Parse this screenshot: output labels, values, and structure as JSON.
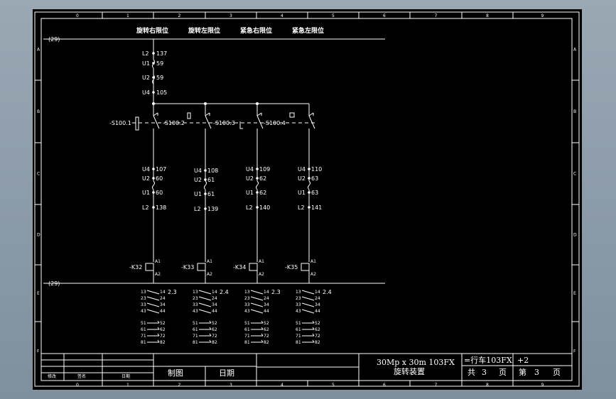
{
  "border_columns": [
    "0",
    "1",
    "2",
    "3",
    "4",
    "5",
    "6",
    "7",
    "8",
    "9"
  ],
  "border_rows": [
    "A",
    "B",
    "C",
    "D",
    "E",
    "F"
  ],
  "header_labels": [
    "旋转右限位",
    "旋转左限位",
    "紧急右限位",
    "紧急左限位"
  ],
  "ref_top": "(29)",
  "ref_bottom": "(29)",
  "common_wires": [
    {
      "term": "L2",
      "num": "137"
    },
    {
      "term": "U1",
      "num": "59"
    },
    {
      "term": "U2",
      "num": "59"
    },
    {
      "term": "U4",
      "num": "105"
    }
  ],
  "switches": [
    "-S100.1",
    "-S100.2",
    "-S100.3",
    "-S100.4"
  ],
  "branches": [
    {
      "wires": [
        {
          "term": "U4",
          "num": "107"
        },
        {
          "term": "U2",
          "num": "60"
        },
        {
          "term": "U1",
          "num": "60"
        },
        {
          "term": "L2",
          "num": "138"
        }
      ],
      "coil": "-K32",
      "a1": "A1",
      "a2": "A2",
      "ref": "2.3"
    },
    {
      "wires": [
        {
          "term": "U4",
          "num": "108"
        },
        {
          "term": "U2",
          "num": "61"
        },
        {
          "term": "U1",
          "num": "61"
        },
        {
          "term": "L2",
          "num": "139"
        }
      ],
      "coil": "-K33",
      "a1": "A1",
      "a2": "A2",
      "ref": "2.4"
    },
    {
      "wires": [
        {
          "term": "U4",
          "num": "109"
        },
        {
          "term": "U2",
          "num": "62"
        },
        {
          "term": "U1",
          "num": "62"
        },
        {
          "term": "L2",
          "num": "140"
        }
      ],
      "coil": "-K34",
      "a1": "A1",
      "a2": "A2",
      "ref": "2.3"
    },
    {
      "wires": [
        {
          "term": "U4",
          "num": "110"
        },
        {
          "term": "U2",
          "num": "63"
        },
        {
          "term": "U1",
          "num": "63"
        },
        {
          "term": "L2",
          "num": "141"
        }
      ],
      "coil": "-K35",
      "a1": "A1",
      "a2": "A2",
      "ref": "2.4"
    }
  ],
  "contact_pairs_upper": [
    [
      "13",
      "14"
    ],
    [
      "23",
      "24"
    ],
    [
      "33",
      "34"
    ],
    [
      "43",
      "44"
    ]
  ],
  "contact_pairs_lower": [
    [
      "51",
      "52"
    ],
    [
      "61",
      "62"
    ],
    [
      "71",
      "72"
    ],
    [
      "81",
      "82"
    ]
  ],
  "title_block": {
    "title_line1": "30Mp x 30m 103FX",
    "title_line2": "旋转装置",
    "drawn_label": "制图",
    "date_label": "日期",
    "plant": "=行车103FX",
    "location": "+2",
    "total_pages_prefix": "共",
    "total_pages": "3",
    "page_unit": "页",
    "page_prefix": "第",
    "page_number": "3",
    "page_unit2": "页",
    "rev_labels": [
      "修改",
      "签名",
      "日期"
    ]
  }
}
